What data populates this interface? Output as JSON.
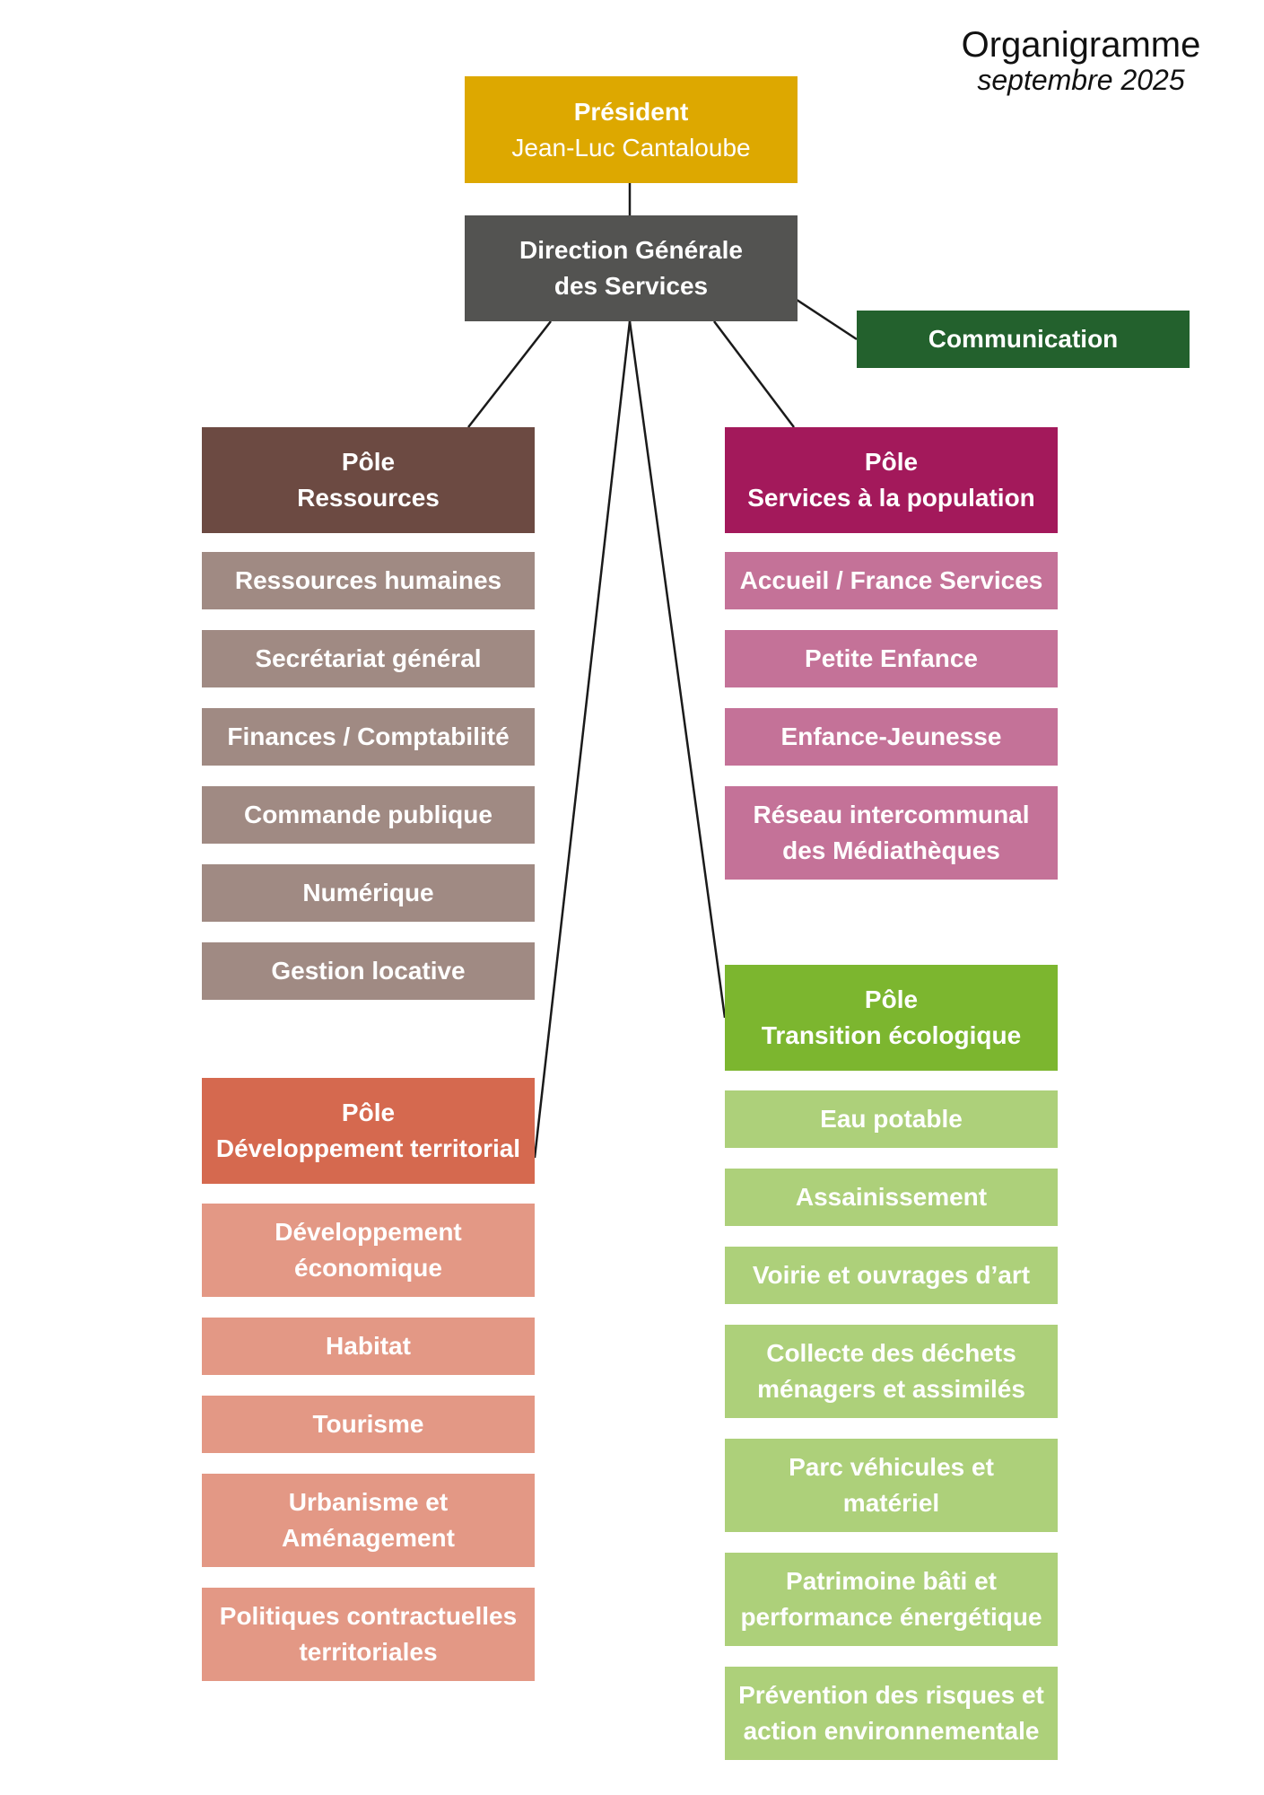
{
  "header": {
    "title": "Organigramme",
    "date": "septembre 2025"
  },
  "colors": {
    "president": "#DDA800",
    "direction": "#535351",
    "communication": "#23612D",
    "ressources_head": "#6C4A42",
    "ressources_item": "#A08A83",
    "population_head": "#A3195B",
    "population_item": "#C47298",
    "developpement_head": "#D5694F",
    "developpement_item": "#E39885",
    "transition_head": "#7CB62F",
    "transition_item": "#ADD07A",
    "connector": "#1a1a1a"
  },
  "president": {
    "title": "Président",
    "name": "Jean-Luc Cantaloube"
  },
  "direction": {
    "line1": "Direction Générale",
    "line2": "des Services"
  },
  "communication": {
    "label": "Communication"
  },
  "pole_ressources": {
    "line1": "Pôle",
    "line2": "Ressources",
    "items": [
      {
        "lines": [
          "Ressources humaines"
        ]
      },
      {
        "lines": [
          "Secrétariat général"
        ]
      },
      {
        "lines": [
          "Finances / Comptabilité"
        ]
      },
      {
        "lines": [
          "Commande publique"
        ]
      },
      {
        "lines": [
          "Numérique"
        ]
      },
      {
        "lines": [
          "Gestion locative"
        ]
      }
    ]
  },
  "pole_population": {
    "line1": "Pôle",
    "line2": "Services à la population",
    "items": [
      {
        "lines": [
          "Accueil / France Services"
        ]
      },
      {
        "lines": [
          "Petite Enfance"
        ]
      },
      {
        "lines": [
          "Enfance-Jeunesse"
        ]
      },
      {
        "lines": [
          "Réseau intercommunal",
          "des Médiathèques"
        ]
      }
    ]
  },
  "pole_developpement": {
    "line1": "Pôle",
    "line2": "Développement territorial",
    "items": [
      {
        "lines": [
          "Développement",
          "économique"
        ]
      },
      {
        "lines": [
          "Habitat"
        ]
      },
      {
        "lines": [
          "Tourisme"
        ]
      },
      {
        "lines": [
          "Urbanisme et",
          "Aménagement"
        ]
      },
      {
        "lines": [
          "Politiques contractuelles",
          "territoriales"
        ]
      }
    ]
  },
  "pole_transition": {
    "line1": "Pôle",
    "line2": "Transition écologique",
    "items": [
      {
        "lines": [
          "Eau potable"
        ]
      },
      {
        "lines": [
          "Assainissement"
        ]
      },
      {
        "lines": [
          "Voirie et ouvrages d’art"
        ]
      },
      {
        "lines": [
          "Collecte des déchets",
          "ménagers et assimilés"
        ]
      },
      {
        "lines": [
          "Parc véhicules et",
          "matériel"
        ]
      },
      {
        "lines": [
          "Patrimoine bâti et",
          "performance énergétique"
        ]
      },
      {
        "lines": [
          "Prévention des risques et",
          "action environnementale"
        ]
      }
    ]
  }
}
